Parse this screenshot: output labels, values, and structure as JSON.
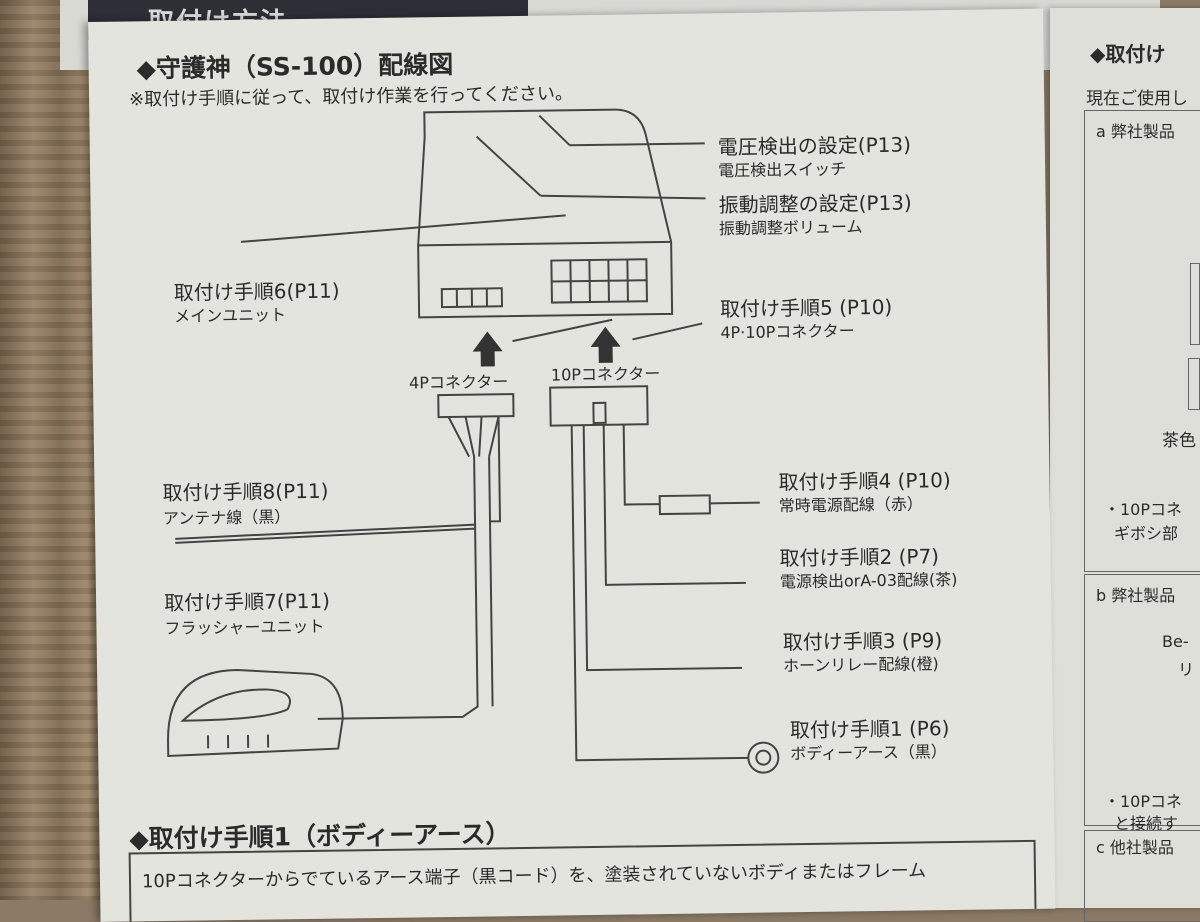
{
  "header": {
    "partial_title": "取付け方法"
  },
  "diagram": {
    "title": "◆守護神（SS-100）配線図",
    "note": "※取付け手順に従って、取付け作業を行ってください。",
    "callouts": {
      "voltage_setting": "電圧検出の設定(P13)",
      "voltage_switch": "電圧検出スイッチ",
      "vibration_setting": "振動調整の設定(P13)",
      "vibration_volume": "振動調整ボリューム",
      "step6": "取付け手順6(P11)",
      "main_unit": "メインユニット",
      "step5": "取付け手順5 (P10)",
      "connector_4p_10p": "4P·10Pコネクター",
      "connector_4p": "4Pコネクター",
      "connector_10p": "10Pコネクター",
      "step8": "取付け手順8(P11)",
      "antenna": "アンテナ線（黒）",
      "step7": "取付け手順7(P11)",
      "flasher": "フラッシャーユニット",
      "step4": "取付け手順4 (P10)",
      "constant_power": "常時電源配線（赤）",
      "step2": "取付け手順2 (P7)",
      "power_detect": "電源検出orA-03配線(茶)",
      "step3": "取付け手順3 (P9)",
      "horn_relay": "ホーンリレー配線(橙)",
      "step1": "取付け手順1 (P6)",
      "body_earth": "ボディーアース（黒）"
    }
  },
  "section": {
    "title": "◆取付け手順1（ボディーアース）",
    "body": "10Pコネクターからでているアース端子（黒コード）を、塗装されていないボディまたはフレーム"
  },
  "right_page": {
    "title": "◆取付け",
    "intro": "現在ご使用し",
    "item_a": "a 弊社製品",
    "brown": "茶色",
    "note_a1": "・10Pコネ",
    "note_a2": "ギボシ部",
    "item_b": "b 弊社製品",
    "be": "Be-",
    "ri": "リ",
    "note_b1": "・10Pコネ",
    "note_b2": "と接続す",
    "item_c": "c 他社製品"
  }
}
